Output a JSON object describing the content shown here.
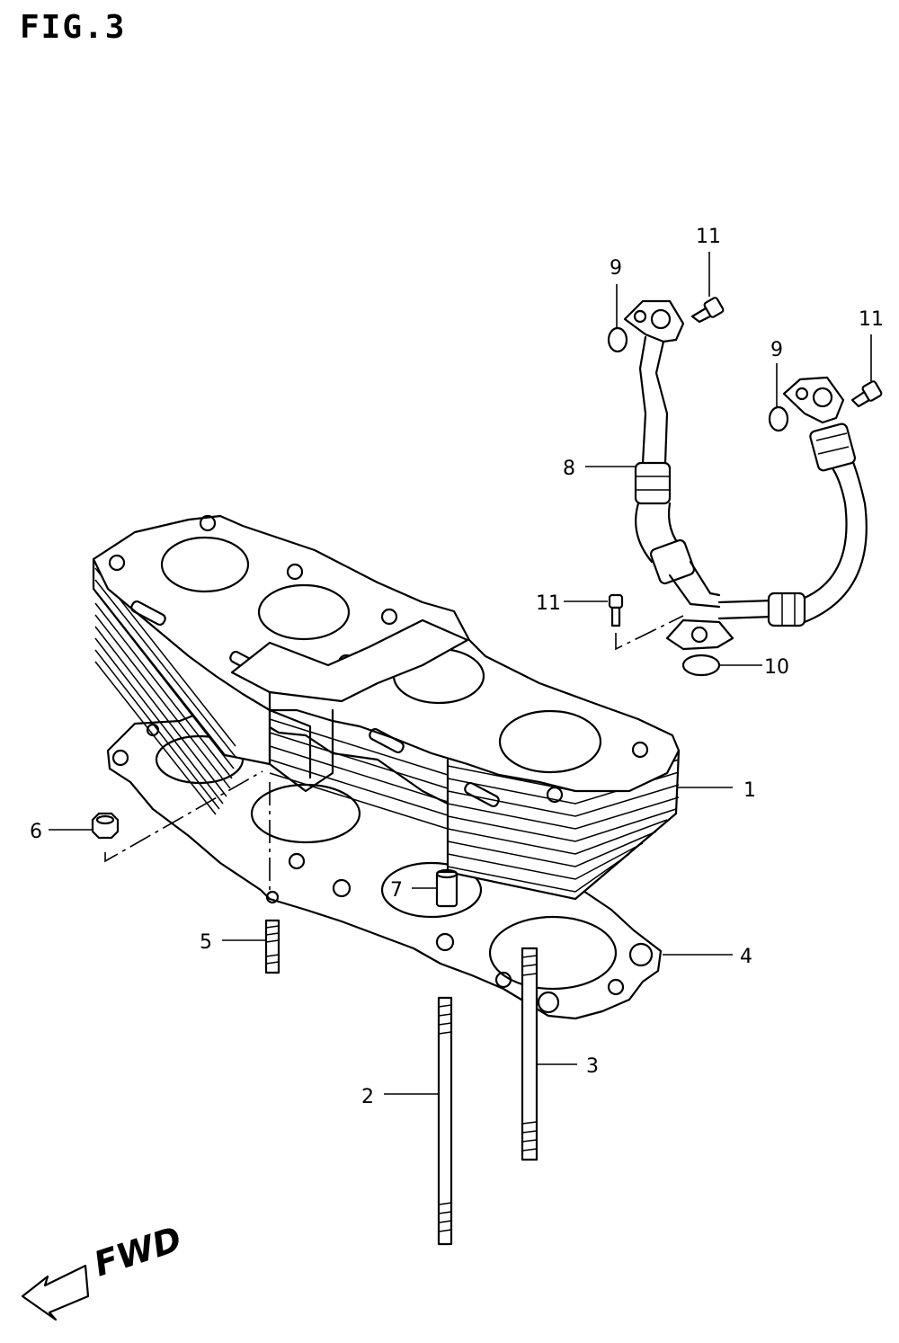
{
  "figure": {
    "title": "FIG.3"
  },
  "direction": {
    "label": "FWD"
  },
  "callouts": [
    "1",
    "2",
    "3",
    "4",
    "5",
    "6",
    "7",
    "8",
    "9",
    "9",
    "10",
    "11",
    "11",
    "11"
  ]
}
